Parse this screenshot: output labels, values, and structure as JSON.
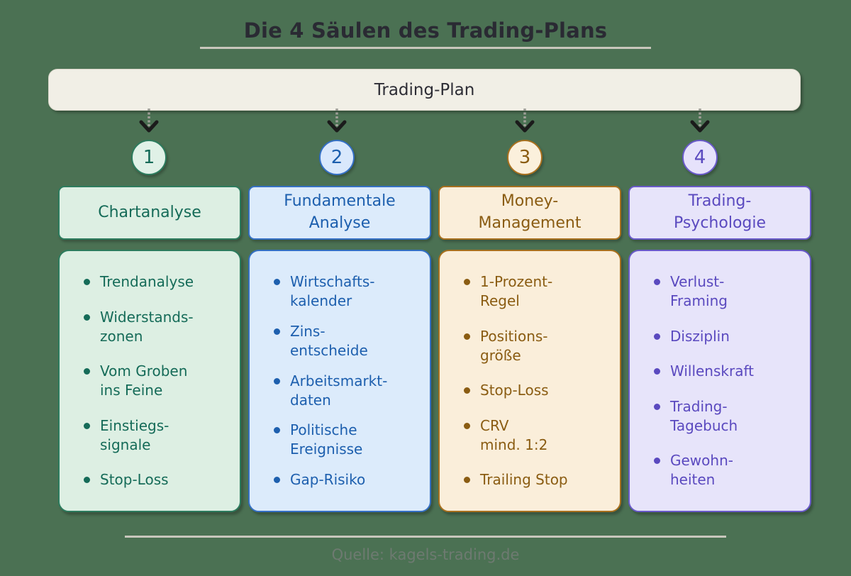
{
  "title": "Die 4 Säulen des Trading-Plans",
  "banner": {
    "label": "Trading-Plan"
  },
  "pillars": [
    {
      "number": "1",
      "title": "Chartanalyse",
      "items": [
        "Trendanalyse",
        "Widerstands-\nzonen",
        "Vom Groben\nins Feine",
        "Einstiegs-\nsignale",
        "Stop-Loss"
      ],
      "colors": {
        "bg": "#ddefe3",
        "border": "#2d7c5e",
        "text": "#156b58",
        "circle_bg": "#e0f1e7"
      }
    },
    {
      "number": "2",
      "title": "Fundamentale\nAnalyse",
      "items": [
        "Wirtschafts-\nkalender",
        "Zins-\nentscheide",
        "Arbeitsmarkt-\ndaten",
        "Politische\nEreignisse",
        "Gap-Risiko"
      ],
      "colors": {
        "bg": "#dcebfb",
        "border": "#3570c4",
        "text": "#1d5fae",
        "circle_bg": "#d9e8fc"
      }
    },
    {
      "number": "3",
      "title": "Money-\nManagement",
      "items": [
        "1-Prozent-\nRegel",
        "Positions-\ngröße",
        "Stop-Loss",
        "CRV\nmind. 1:2",
        "Trailing Stop"
      ],
      "colors": {
        "bg": "#faeeda",
        "border": "#a8701e",
        "text": "#8a5c12",
        "circle_bg": "#fbf0dc"
      }
    },
    {
      "number": "4",
      "title": "Trading-\nPsychologie",
      "items": [
        "Verlust-\nFraming",
        "Disziplin",
        "Willenskraft",
        "Trading-\nTagebuch",
        "Gewohn-\nheiten"
      ],
      "colors": {
        "bg": "#e7e4fa",
        "border": "#695ac9",
        "text": "#5a49bf",
        "circle_bg": "#e6e2fb"
      }
    }
  ],
  "footer": {
    "source": "Quelle: kagels-trading.de"
  }
}
